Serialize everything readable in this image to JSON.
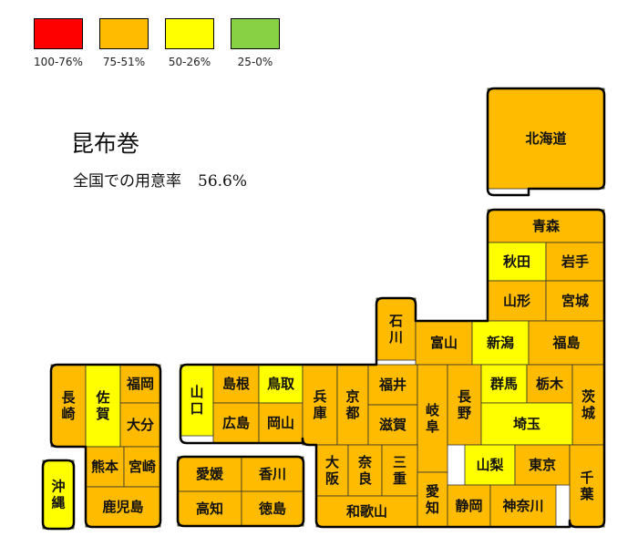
{
  "legend": [
    {
      "label": "100-76%",
      "color": "#ff0000"
    },
    {
      "label": "75-51%",
      "color": "#ffbb00"
    },
    {
      "label": "50-26%",
      "color": "#ffff00"
    },
    {
      "label": "25-0%",
      "color": "#88d044"
    }
  ],
  "title": "昆布巻",
  "subtitle": {
    "text": "全国での用意率",
    "value": "56.6%"
  },
  "colors": {
    "orange": "#ffbb00",
    "yellow": "#ffff00",
    "border": "#000000"
  },
  "prefectures": [
    {
      "id": "hokkaido",
      "name": "北海道",
      "category": "75-51%"
    },
    {
      "id": "aomori",
      "name": "青森",
      "category": "75-51%"
    },
    {
      "id": "akita",
      "name": "秋田",
      "category": "50-26%"
    },
    {
      "id": "iwate",
      "name": "岩手",
      "category": "75-51%"
    },
    {
      "id": "yamagata",
      "name": "山形",
      "category": "75-51%"
    },
    {
      "id": "miyagi",
      "name": "宮城",
      "category": "75-51%"
    },
    {
      "id": "ishikawa",
      "name": "石川",
      "category": "75-51%"
    },
    {
      "id": "toyama",
      "name": "富山",
      "category": "75-51%"
    },
    {
      "id": "niigata",
      "name": "新潟",
      "category": "50-26%"
    },
    {
      "id": "fukushima",
      "name": "福島",
      "category": "75-51%"
    },
    {
      "id": "nagasaki",
      "name": "長崎",
      "category": "75-51%"
    },
    {
      "id": "saga",
      "name": "佐賀",
      "category": "50-26%"
    },
    {
      "id": "fukuoka",
      "name": "福岡",
      "category": "75-51%"
    },
    {
      "id": "oita",
      "name": "大分",
      "category": "75-51%"
    },
    {
      "id": "yamaguchi",
      "name": "山口",
      "category": "50-26%"
    },
    {
      "id": "shimane",
      "name": "島根",
      "category": "75-51%"
    },
    {
      "id": "tottori",
      "name": "鳥取",
      "category": "50-26%"
    },
    {
      "id": "hiroshima",
      "name": "広島",
      "category": "75-51%"
    },
    {
      "id": "okayama",
      "name": "岡山",
      "category": "75-51%"
    },
    {
      "id": "hyogo",
      "name": "兵庫",
      "category": "75-51%"
    },
    {
      "id": "kyoto",
      "name": "京都",
      "category": "75-51%"
    },
    {
      "id": "fukui",
      "name": "福井",
      "category": "75-51%"
    },
    {
      "id": "shiga",
      "name": "滋賀",
      "category": "75-51%"
    },
    {
      "id": "gifu",
      "name": "岐阜",
      "category": "75-51%"
    },
    {
      "id": "nagano",
      "name": "長野",
      "category": "75-51%"
    },
    {
      "id": "gunma",
      "name": "群馬",
      "category": "50-26%"
    },
    {
      "id": "tochigi",
      "name": "栃木",
      "category": "75-51%"
    },
    {
      "id": "ibaraki",
      "name": "茨城",
      "category": "75-51%"
    },
    {
      "id": "saitama",
      "name": "埼玉",
      "category": "50-26%"
    },
    {
      "id": "yamanashi",
      "name": "山梨",
      "category": "50-26%"
    },
    {
      "id": "tokyo",
      "name": "東京",
      "category": "75-51%"
    },
    {
      "id": "chiba",
      "name": "千葉",
      "category": "75-51%"
    },
    {
      "id": "kumamoto",
      "name": "熊本",
      "category": "75-51%"
    },
    {
      "id": "miyazaki",
      "name": "宮崎",
      "category": "75-51%"
    },
    {
      "id": "kagoshima",
      "name": "鹿児島",
      "category": "75-51%"
    },
    {
      "id": "okinawa",
      "name": "沖縄",
      "category": "50-26%"
    },
    {
      "id": "ehime",
      "name": "愛媛",
      "category": "75-51%"
    },
    {
      "id": "kagawa",
      "name": "香川",
      "category": "75-51%"
    },
    {
      "id": "kochi",
      "name": "高知",
      "category": "75-51%"
    },
    {
      "id": "tokushima",
      "name": "徳島",
      "category": "75-51%"
    },
    {
      "id": "osaka",
      "name": "大阪",
      "category": "75-51%"
    },
    {
      "id": "nara",
      "name": "奈良",
      "category": "75-51%"
    },
    {
      "id": "mie",
      "name": "三重",
      "category": "75-51%"
    },
    {
      "id": "wakayama",
      "name": "和歌山",
      "category": "75-51%"
    },
    {
      "id": "aichi",
      "name": "愛知",
      "category": "75-51%"
    },
    {
      "id": "shizuoka",
      "name": "静岡",
      "category": "75-51%"
    },
    {
      "id": "kanagawa",
      "name": "神奈川",
      "category": "75-51%"
    }
  ]
}
